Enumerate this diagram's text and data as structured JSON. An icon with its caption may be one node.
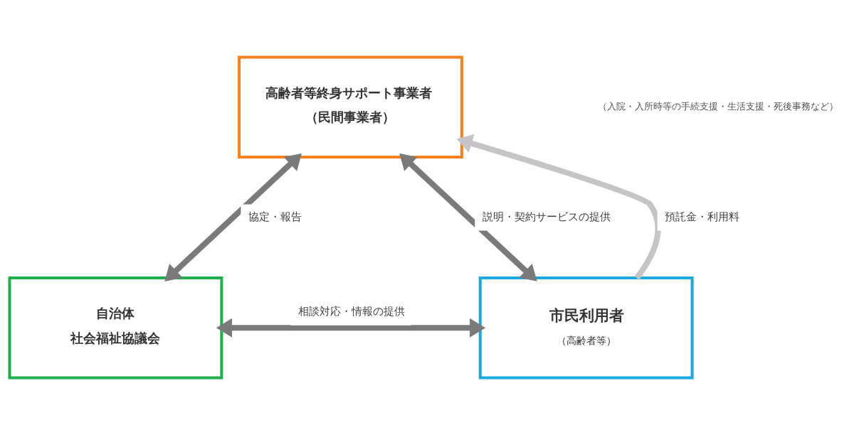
{
  "diagram": {
    "nodes": [
      {
        "text": [
          "高齢者等終身サポート事業者",
          "（民間事業者）"
        ]
      },
      {
        "text": [
          "自治体",
          "社会福祉協議会"
        ]
      },
      {
        "text": [
          "市民利用者",
          "（高齢者等）"
        ]
      }
    ],
    "edges": [
      {
        "from": 0,
        "to": 1,
        "arrow": "both",
        "label": "協定・報告"
      },
      {
        "from": 0,
        "to": 2,
        "arrow": "both",
        "label": "説明・契約サービスの提供"
      },
      {
        "from": 2,
        "to": 0,
        "arrow": "to",
        "label": "預託金・利用料",
        "color": "#c6c4c6"
      },
      {
        "from": 1,
        "to": 2,
        "arrow": "both",
        "label": "相談対応・情報の提供"
      }
    ],
    "labels": [
      "（入院・入所時等の手続支援・生活支援・死後事務など）"
    ]
  }
}
